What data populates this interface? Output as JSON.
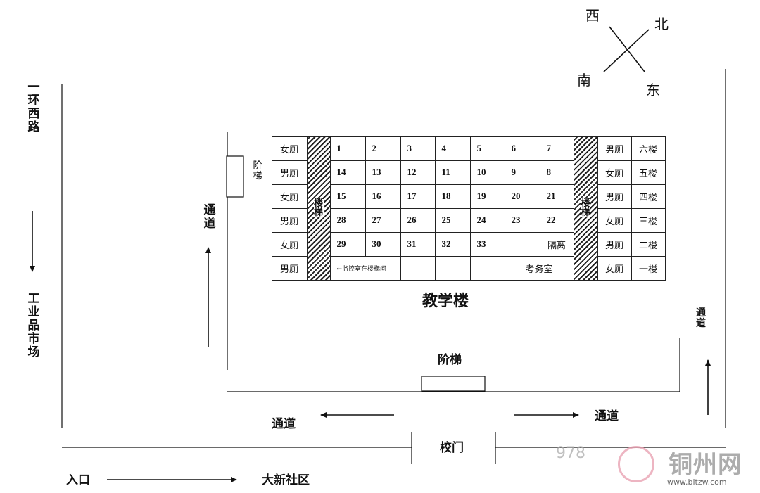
{
  "compass": {
    "west": "西",
    "north": "北",
    "south": "南",
    "east": "东"
  },
  "road_left": "一环西路",
  "market": "工业品市场",
  "stairs_small": "阶梯",
  "passage_left": "通道",
  "passage_right": "通道",
  "building_title": "教学楼",
  "stairs_main": "阶梯",
  "passage_bottom_left": "通道",
  "passage_bottom_right": "通道",
  "gate": "校门",
  "entrance": "入口",
  "community": "大新社区",
  "stairwell": "楼梯",
  "grid": {
    "left_toilets": [
      "女厕",
      "男厕",
      "女厕",
      "男厕",
      "女厕",
      "男厕"
    ],
    "rows": [
      [
        "1",
        "2",
        "3",
        "4",
        "5",
        "6",
        "7"
      ],
      [
        "14",
        "13",
        "12",
        "11",
        "10",
        "9",
        "8"
      ],
      [
        "15",
        "16",
        "17",
        "18",
        "19",
        "20",
        "21"
      ],
      [
        "28",
        "27",
        "26",
        "25",
        "24",
        "23",
        "22"
      ],
      [
        "29",
        "30",
        "31",
        "32",
        "33",
        "",
        "隔离"
      ]
    ],
    "monitor_note": "←监控室在楼梯间",
    "exam_office": "考务室",
    "right_toilets": [
      "男厕",
      "女厕",
      "男厕",
      "女厕",
      "男厕",
      "女厕"
    ],
    "floors": [
      "六楼",
      "五楼",
      "四楼",
      "三楼",
      "二楼",
      "一楼"
    ]
  },
  "watermark": {
    "text": "978",
    "brand": "铜州网",
    "url": "www.bltzw.com"
  }
}
